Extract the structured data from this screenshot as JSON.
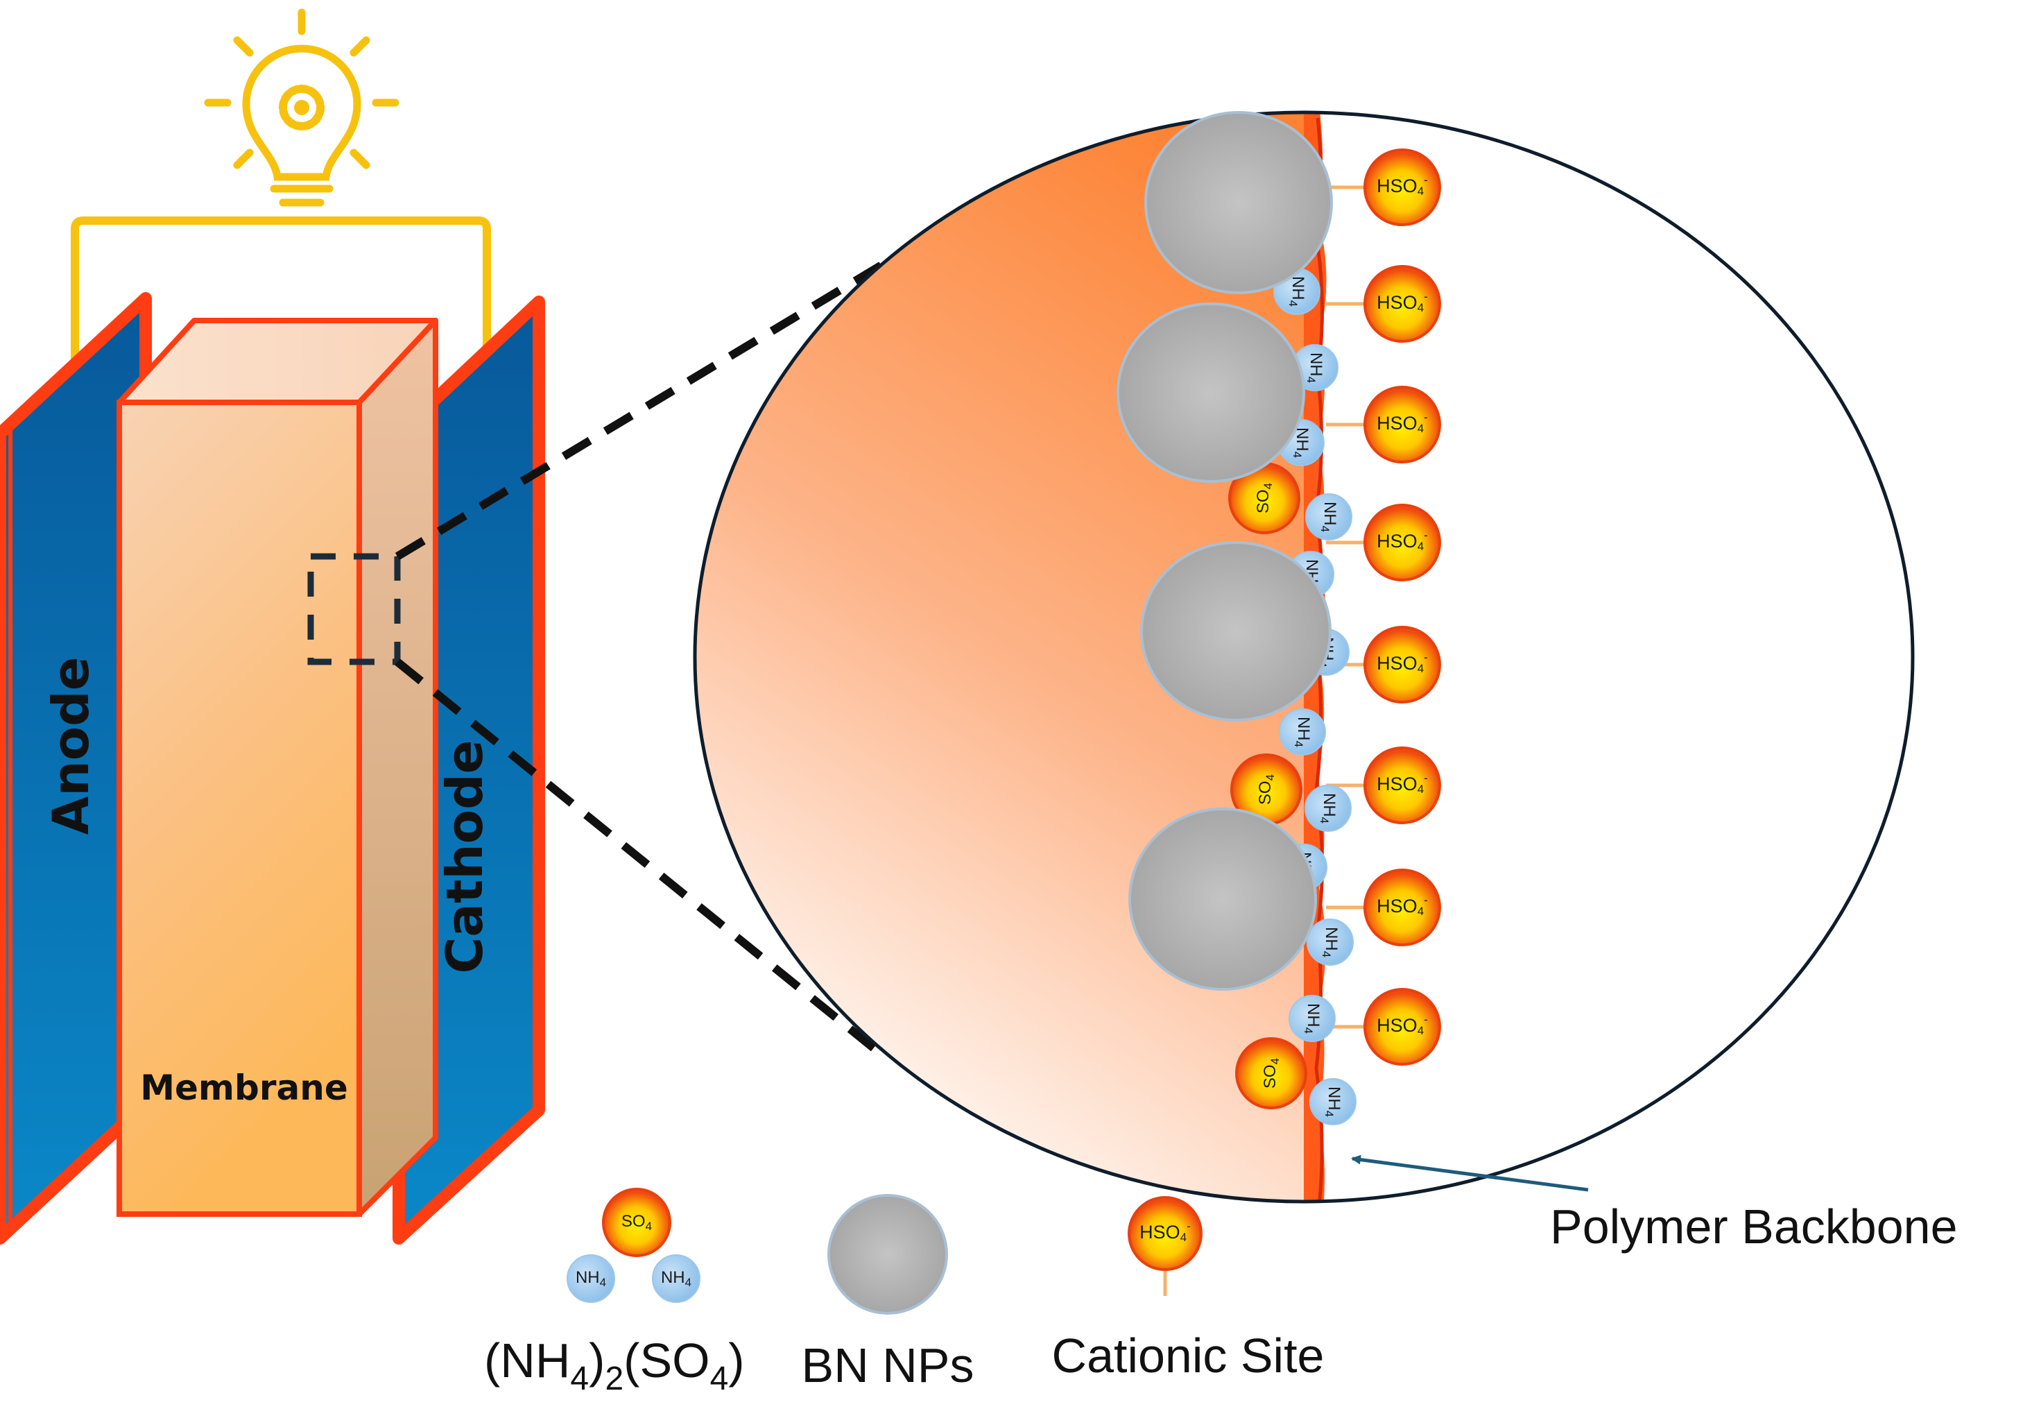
{
  "labels": {
    "anode": "Anode",
    "cathode": "Cathode",
    "membrane": "Membrane",
    "polymer_backbone": "Polymer Backbone"
  },
  "ions": {
    "hso4_base": "HSO",
    "hso4_sub": "4",
    "hso4_sup": "-",
    "so4_base": "SO",
    "so4_sub": "4",
    "nh4_base": "NH",
    "nh4_sub": "4"
  },
  "legend": {
    "salt": {
      "p1": "(NH",
      "s1": "4",
      "p2": ")",
      "s2": "2",
      "p3": "(SO",
      "s3": "4",
      "p4": ")"
    },
    "bn": "BN NPs",
    "cationic": "Cationic Site"
  },
  "colors": {
    "electrode_blue": "#0b6aa8",
    "electrode_edge": "#ff3d12",
    "membrane_fill": "#fbc98f",
    "bulb_yellow": "#f7c20e",
    "nanoparticle_gray": "#b4b4b4",
    "nh4_blue": "#a9d0ef",
    "ion_orange": "#f03c0c",
    "ion_core_yellow": "#ffe200",
    "backbone_orange": "#ff5a1a",
    "arrow_teal": "#1f5b7a"
  },
  "icons": [
    "lightbulb-gear-icon"
  ]
}
